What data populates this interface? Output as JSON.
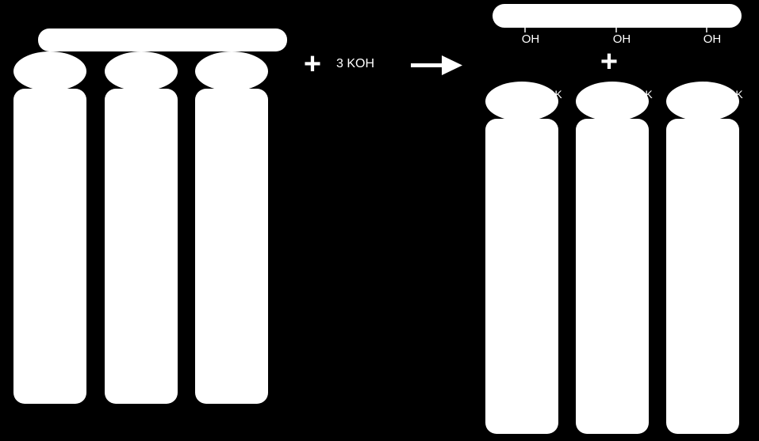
{
  "colors": {
    "background": "#000000",
    "shape_fill": "#ffffff",
    "text": "#ffffff"
  },
  "reactant": {
    "molecule": "triglyceride",
    "glycerol_backbone": "glycerol-backbone",
    "fatty_acid_chain_count": 3
  },
  "reagent": {
    "plus_symbol": "+",
    "label": "3 KOH"
  },
  "arrow": {
    "icon": "reaction-arrow-icon"
  },
  "products": {
    "glycerol": {
      "hydroxyl_labels": [
        "OH",
        "OH",
        "OH"
      ]
    },
    "plus_symbol": "+",
    "soap": {
      "chain_count": 3,
      "ion_mark": "K"
    }
  }
}
